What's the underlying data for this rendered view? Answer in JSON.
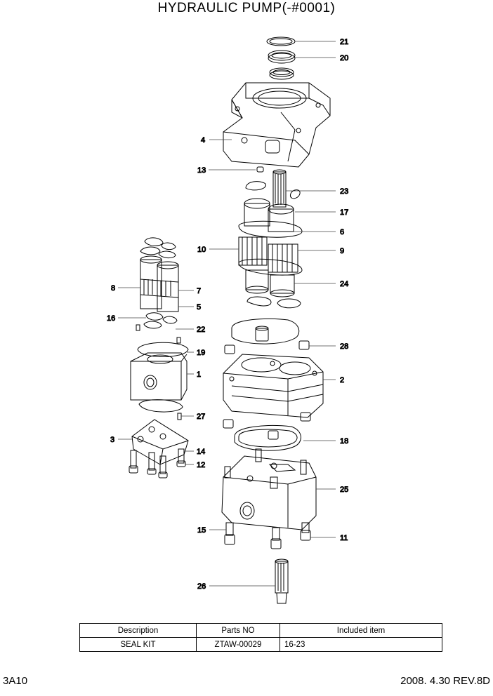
{
  "title": "HYDRAULIC PUMP(-#0001)",
  "callouts": {
    "c21": "21",
    "c20": "20",
    "c4": "4",
    "c13": "13",
    "c23": "23",
    "c17": "17",
    "c6": "6",
    "c10": "10",
    "c9": "9",
    "c24": "24",
    "c8": "8",
    "c7": "7",
    "c5": "5",
    "c16": "16",
    "c22": "22",
    "c28": "28",
    "c19": "19",
    "c1": "1",
    "c2": "2",
    "c27": "27",
    "c3": "3",
    "c18": "18",
    "c14": "14",
    "c12": "12",
    "c25": "25",
    "c15": "15",
    "c11": "11",
    "c26": "26"
  },
  "table": {
    "headers": [
      "Description",
      "Parts NO",
      "Included item"
    ],
    "rows": [
      [
        "SEAL KIT",
        "ZTAW-00029",
        "16-23"
      ]
    ]
  },
  "footer": {
    "page_code": "3A10",
    "date_rev": "2008. 4.30  REV.8D"
  }
}
